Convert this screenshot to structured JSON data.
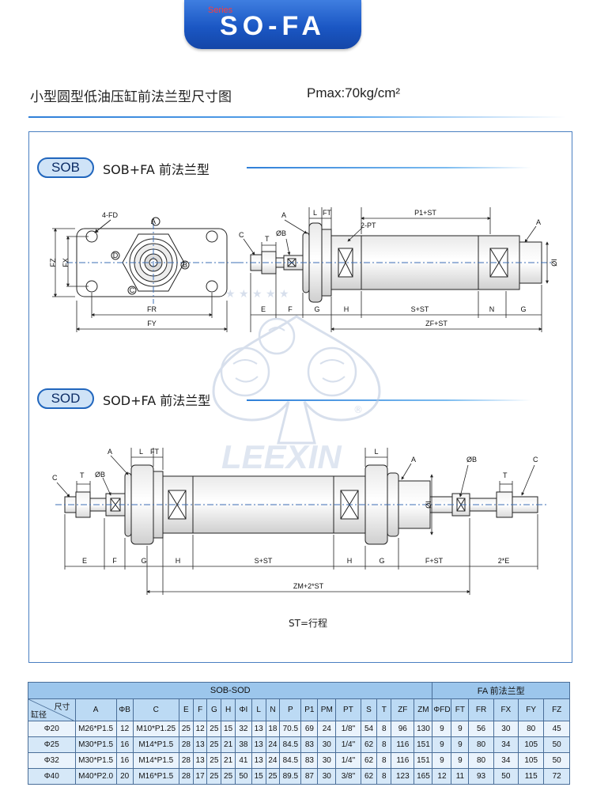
{
  "header": {
    "series_label": "Series",
    "series_title": "SO-FA"
  },
  "page": {
    "heading": "小型圆型低油压缸前法兰型尺寸图",
    "pmax": "Pmax:70kg/cm²",
    "st_note": "ST=行程"
  },
  "sections": [
    {
      "badge": "SOB",
      "title": "SOB+FA  前法兰型"
    },
    {
      "badge": "SOD",
      "title": "SOD+FA  前法兰型"
    }
  ],
  "logo": {
    "text": "LEEXIN",
    "registered": "®"
  },
  "colors": {
    "accent": "#2166bd",
    "header_blue": "#1b57c4",
    "table_header": "#9cc6ec",
    "table_row": "#eaf3fc"
  },
  "drawing_labels": {
    "fd": "4-FD",
    "a": "A",
    "b": "B",
    "c": "C",
    "d": "D",
    "fz": "FZ",
    "fx": "FX",
    "fr": "FR",
    "fy": "FY",
    "l": "L",
    "ft": "FT",
    "t": "T",
    "phi_b": "ØB",
    "phi_i": "ØI",
    "pt": "2-PT",
    "p1st": "P1+ST",
    "e": "E",
    "f": "F",
    "g": "G",
    "h": "H",
    "sst": "S+ST",
    "n": "N",
    "zfst": "ZF+ST",
    "fst": "F+ST",
    "two_e": "2*E",
    "zm": "ZM+2*ST"
  },
  "table": {
    "group_left": "SOB-SOD",
    "group_right": "FA 前法兰型",
    "diag_top": "尺寸",
    "diag_bottom": "缸径",
    "columns": [
      "A",
      "ΦB",
      "C",
      "E",
      "F",
      "G",
      "H",
      "ΦI",
      "L",
      "N",
      "P",
      "P1",
      "PM",
      "PT",
      "S",
      "T",
      "ZF",
      "ZM",
      "ΦFD",
      "FT",
      "FR",
      "FX",
      "FY",
      "FZ"
    ],
    "rows": [
      {
        "bore": "Φ20",
        "cells": [
          "M26*P1.5",
          "12",
          "M10*P1.25",
          "25",
          "12",
          "25",
          "15",
          "32",
          "13",
          "18",
          "70.5",
          "69",
          "24",
          "1/8\"",
          "54",
          "8",
          "96",
          "130",
          "9",
          "9",
          "56",
          "30",
          "80",
          "45"
        ]
      },
      {
        "bore": "Φ25",
        "cells": [
          "M30*P1.5",
          "16",
          "M14*P1.5",
          "28",
          "13",
          "25",
          "21",
          "38",
          "13",
          "24",
          "84.5",
          "83",
          "30",
          "1/4\"",
          "62",
          "8",
          "116",
          "151",
          "9",
          "9",
          "80",
          "34",
          "105",
          "50"
        ]
      },
      {
        "bore": "Φ32",
        "cells": [
          "M30*P1.5",
          "16",
          "M14*P1.5",
          "28",
          "13",
          "25",
          "21",
          "41",
          "13",
          "24",
          "84.5",
          "83",
          "30",
          "1/4\"",
          "62",
          "8",
          "116",
          "151",
          "9",
          "9",
          "80",
          "34",
          "105",
          "50"
        ]
      },
      {
        "bore": "Φ40",
        "cells": [
          "M40*P2.0",
          "20",
          "M16*P1.5",
          "28",
          "17",
          "25",
          "25",
          "50",
          "15",
          "25",
          "89.5",
          "87",
          "30",
          "3/8\"",
          "62",
          "8",
          "123",
          "165",
          "12",
          "11",
          "93",
          "50",
          "115",
          "72"
        ]
      }
    ]
  }
}
